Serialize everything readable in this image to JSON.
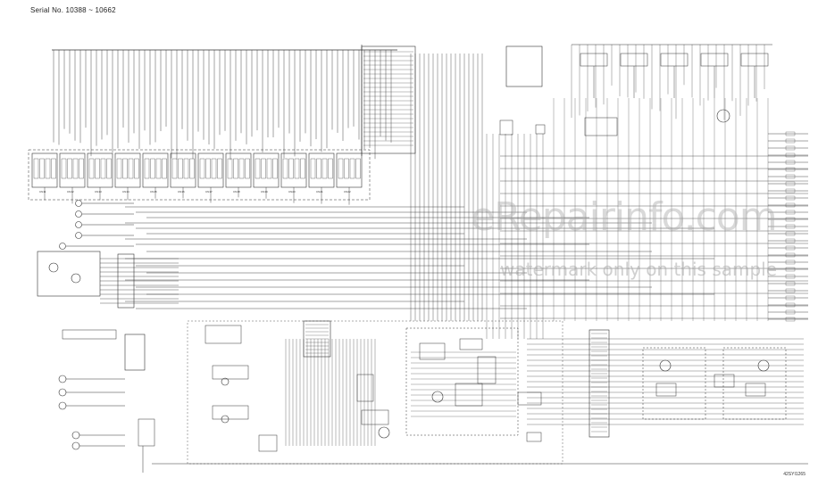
{
  "header": {
    "serial_label": "Serial No. 10388 ~ 10662"
  },
  "footer": {
    "doc_number": "42SYI1265"
  },
  "watermark": {
    "site": "eRepairinfo.com",
    "note": "watermark only on this sample"
  },
  "diagram": {
    "type": "wiring-diagram",
    "connector_labels": [
      "CN11",
      "CN12",
      "CN13",
      "CN14",
      "CN15",
      "CN16",
      "CN17",
      "CN18",
      "CN19",
      "CN20",
      "CN21",
      "CN22"
    ],
    "colors": {
      "line": "#333333",
      "paper": "#ffffff",
      "watermark": "#aaaaaa"
    }
  }
}
